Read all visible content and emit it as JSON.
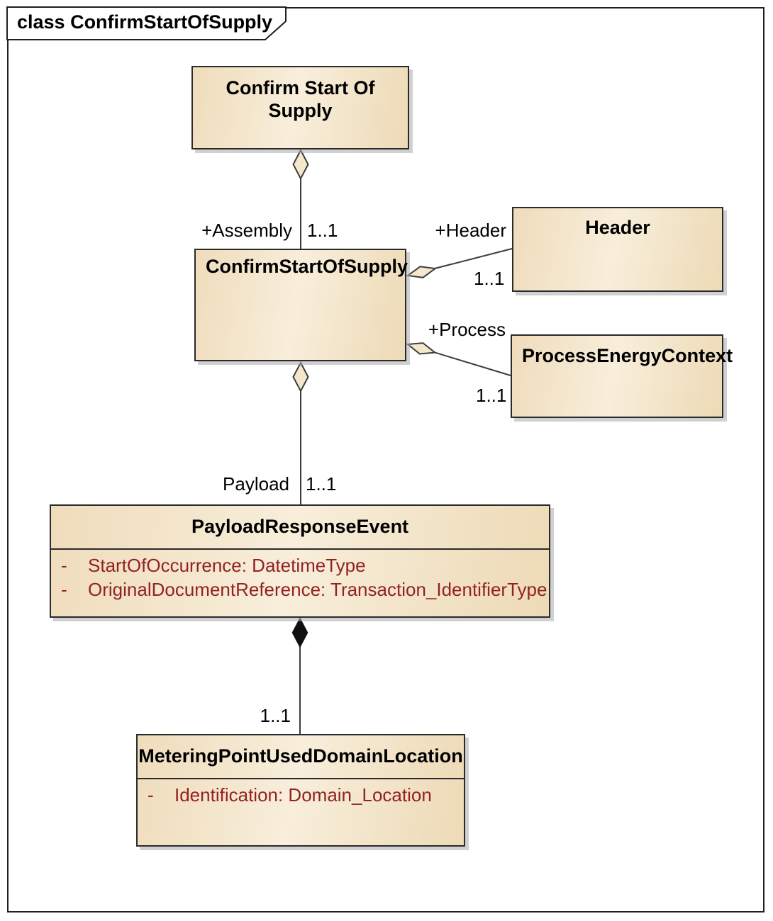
{
  "frame_title": "class ConfirmStartOfSupply",
  "colors": {
    "box_fill_dark": "#efdcbb",
    "box_fill_light": "#f8eedb",
    "box_border": "#2a2a2a",
    "attribute_text": "#932222",
    "connector_line": "#3c3c3c",
    "shadow": "#aaaaaa",
    "frame_border": "#1f1f1f"
  },
  "nodes": [
    {
      "title": "Confirm Start Of Supply"
    },
    {
      "title": "ConfirmStartOfSupply"
    },
    {
      "title": "Header"
    },
    {
      "title": "ProcessEnergyContext"
    },
    {
      "title": "PayloadResponseEvent",
      "attributes": [
        {
          "visibility": "-",
          "text": "StartOfOccurrence: DatetimeType"
        },
        {
          "visibility": "-",
          "text": "OriginalDocumentReference: Transaction_IdentifierType"
        }
      ]
    },
    {
      "title": "MeteringPointUsedDomainLocation",
      "attributes": [
        {
          "visibility": "-",
          "text": "Identification: Domain_Location"
        }
      ]
    }
  ],
  "edges": {
    "assembly": {
      "role": "+Assembly",
      "multiplicity": "1..1",
      "type": "aggregation"
    },
    "header": {
      "role": "+Header",
      "multiplicity": "1..1",
      "type": "aggregation"
    },
    "process": {
      "role": "+Process",
      "multiplicity": "1..1",
      "type": "aggregation"
    },
    "payload": {
      "role": "Payload",
      "multiplicity": "1..1",
      "type": "aggregation"
    },
    "metering_point": {
      "multiplicity": "1..1",
      "type": "composition"
    }
  }
}
